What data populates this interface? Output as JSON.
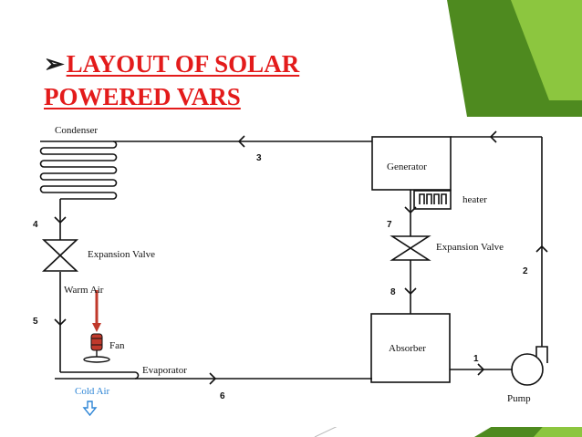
{
  "slide": {
    "title_bullet": "➢",
    "title_line1": "LAYOUT OF SOLAR",
    "title_line2": "POWERED VARS"
  },
  "colors": {
    "title": "#e31b1b",
    "green_dark": "#4e8a1f",
    "green_light": "#8cc63f",
    "cold_air": "#2f86d6",
    "fan": "#c0392b"
  },
  "diagram": {
    "labels": {
      "condenser": "Condenser",
      "generator": "Generator",
      "heater": "heater",
      "expansion_valve_left": "Expansion Valve",
      "expansion_valve_right": "Expansion Valve",
      "warm_air": "Warm Air",
      "fan": "Fan",
      "evaporator": "Evaporator",
      "cold_air": "Cold Air",
      "absorber": "Absorber",
      "pump": "Pump"
    },
    "numbers": {
      "n1": "1",
      "n2": "2",
      "n3": "3",
      "n4": "4",
      "n5": "5",
      "n6": "6",
      "n7": "7",
      "n8": "8"
    }
  }
}
